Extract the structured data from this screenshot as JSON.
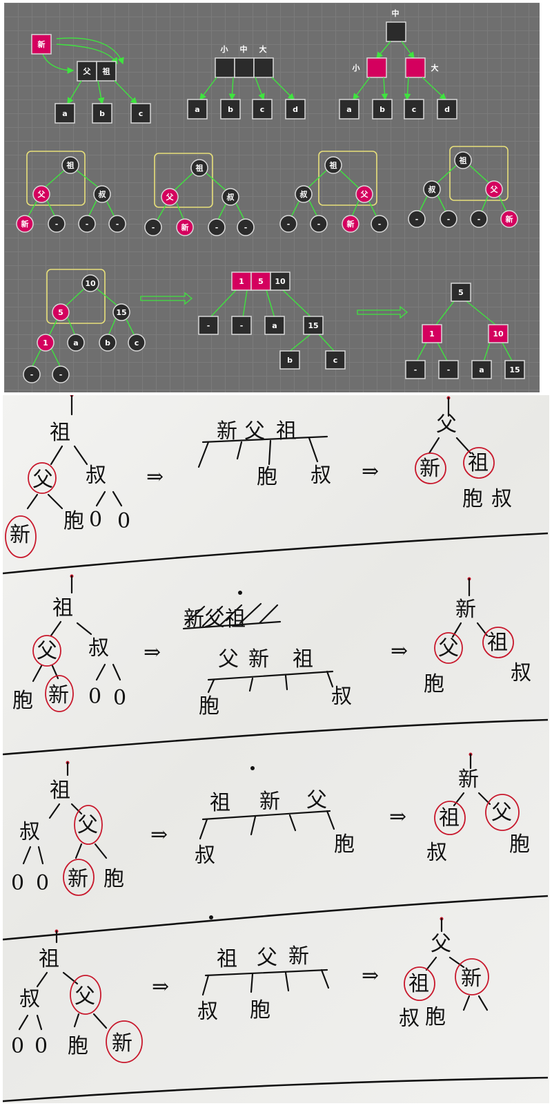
{
  "colors": {
    "black_node": "#2b2b2b",
    "red_node": "#d4005e",
    "edge": "#3fe43f",
    "highlight_box": "#e8e07a",
    "ink": "#121212",
    "pen_circle": "#c8182c"
  },
  "top_row": {
    "d1": {
      "new": "新",
      "parent": "父",
      "grand": "祖",
      "a": "a",
      "b": "b",
      "c": "c"
    },
    "d2": {
      "small": "小",
      "mid": "中",
      "big": "大",
      "a": "a",
      "b": "b",
      "c": "c",
      "d": "d"
    },
    "d3": {
      "mid": "中",
      "small": "小",
      "big": "大",
      "a": "a",
      "b": "b",
      "c": "c",
      "d": "d"
    }
  },
  "cases": {
    "grand": "祖",
    "parent": "父",
    "uncle": "叔",
    "new": "新",
    "nil": "-"
  },
  "bottom_row": {
    "t1": {
      "n10": "10",
      "n5": "5",
      "n15": "15",
      "n1": "1",
      "a": "a",
      "b": "b",
      "c": "c",
      "nil": "-"
    },
    "t2": {
      "n1": "1",
      "n5": "5",
      "n10": "10",
      "a": "a",
      "n15": "15",
      "b": "b",
      "c": "c",
      "nil": "-"
    },
    "t3": {
      "n5": "5",
      "n1": "1",
      "n10": "10",
      "a": "a",
      "n15": "15",
      "nil": "-"
    }
  },
  "handwriting": {
    "grand": "祖",
    "parent": "父",
    "uncle": "叔",
    "new": "新",
    "sibling": "胞",
    "nil": "0",
    "arrow": "⇒",
    "row2_crossed": "新父祖"
  }
}
